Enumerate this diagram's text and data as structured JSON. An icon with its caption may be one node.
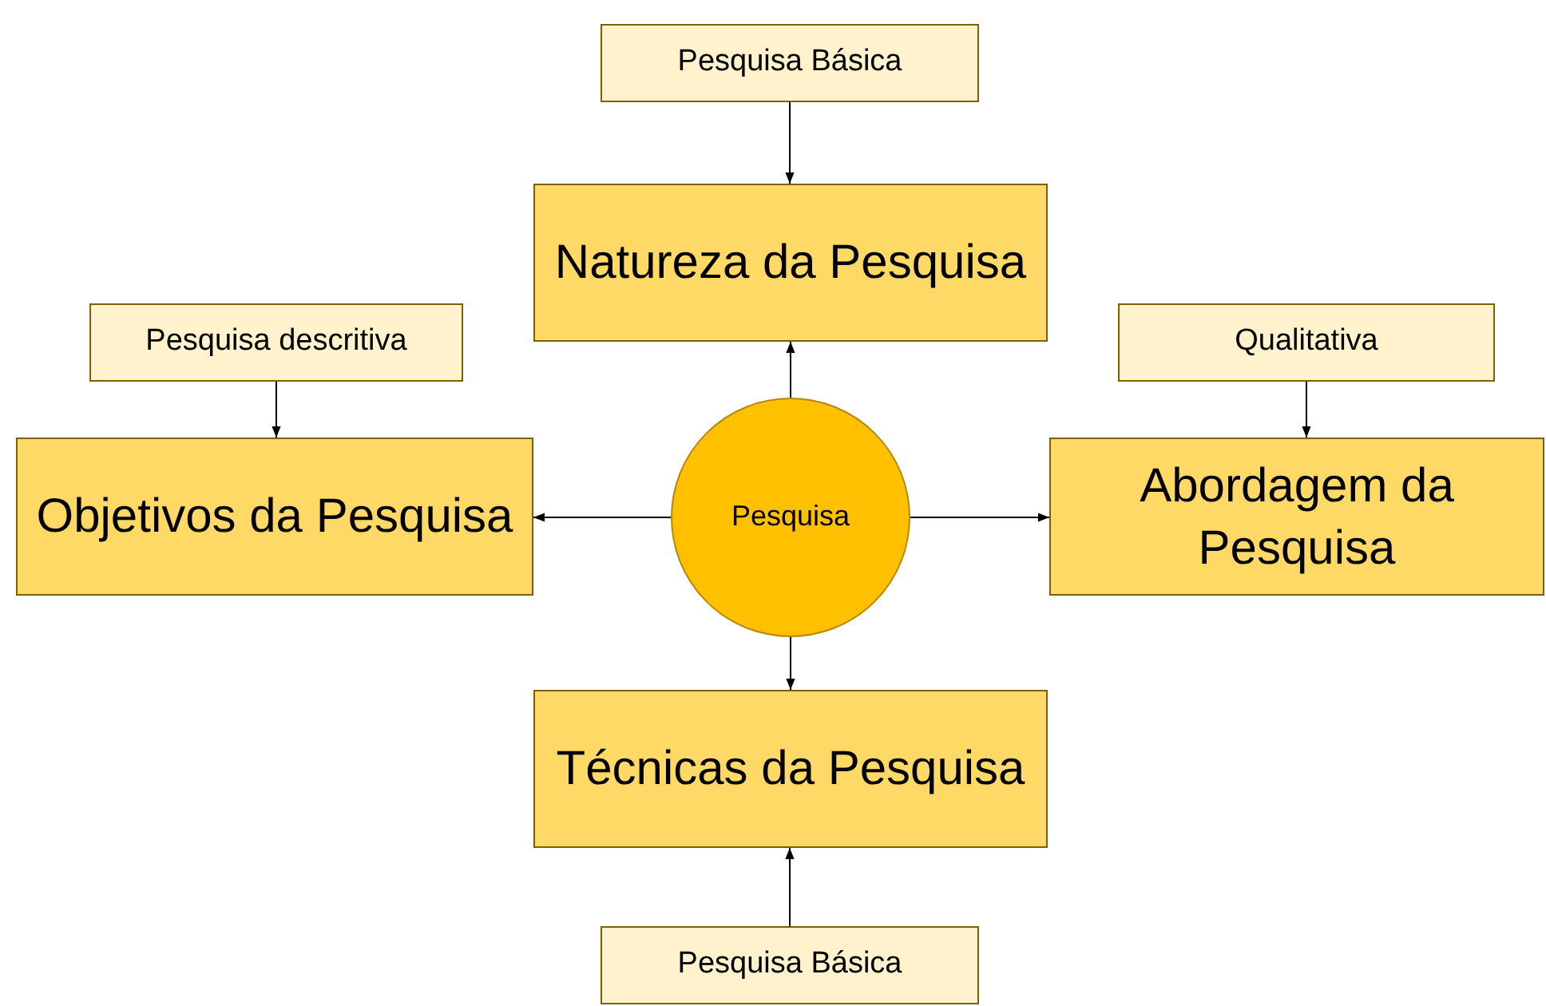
{
  "diagram": {
    "nodes": [
      {
        "text": [
          "Pesquisa Básica"
        ]
      },
      {
        "text": [
          "Natureza da Pesquisa"
        ]
      },
      {
        "text": [
          "Pesquisa descritiva"
        ]
      },
      {
        "text": [
          "Qualitativa"
        ]
      },
      {
        "text": [
          "Objetivos da Pesquisa"
        ]
      },
      {
        "text": [
          "Pesquisa"
        ]
      },
      {
        "text": [
          "Abordagem da Pesquisa"
        ]
      },
      {
        "text": [
          "Técnicas da Pesquisa"
        ]
      },
      {
        "text": [
          "Pesquisa Básica"
        ]
      }
    ],
    "edges": [
      {
        "from": 0,
        "to": 1,
        "arrow": "to"
      },
      {
        "from": 5,
        "to": 1,
        "arrow": "to"
      },
      {
        "from": 2,
        "to": 4,
        "arrow": "to"
      },
      {
        "from": 3,
        "to": 6,
        "arrow": "to"
      },
      {
        "from": 5,
        "to": 4,
        "arrow": "to"
      },
      {
        "from": 5,
        "to": 6,
        "arrow": "to"
      },
      {
        "from": 5,
        "to": 7,
        "arrow": "to"
      },
      {
        "from": 8,
        "to": 7,
        "arrow": "to"
      }
    ]
  }
}
